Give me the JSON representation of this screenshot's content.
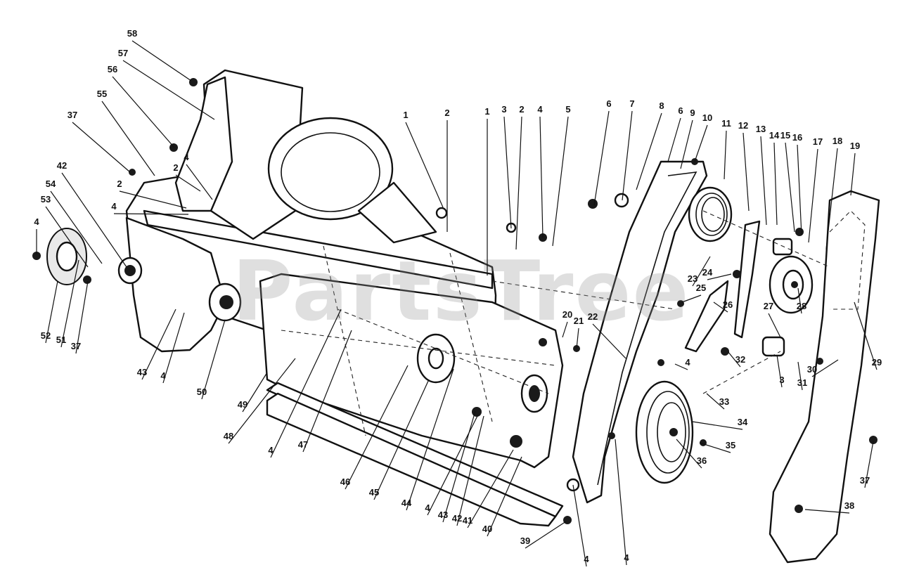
{
  "watermark": "PartsTree",
  "colors": {
    "ink": "#111111",
    "background": "#ffffff",
    "watermark": "#969696"
  },
  "callouts": [
    "58",
    "57",
    "56",
    "55",
    "37",
    "42",
    "54",
    "53",
    "4",
    "52",
    "51",
    "37",
    "2",
    "2",
    "4",
    "4",
    "43",
    "4",
    "50",
    "49",
    "48",
    "4",
    "47",
    "1",
    "2",
    "1",
    "3",
    "2",
    "4",
    "5",
    "46",
    "45",
    "44",
    "4",
    "43",
    "42",
    "41",
    "40",
    "39",
    "4",
    "6",
    "7",
    "8",
    "6",
    "9",
    "10",
    "11",
    "12",
    "13",
    "14",
    "15",
    "16",
    "17",
    "18",
    "19",
    "20",
    "21",
    "22",
    "23",
    "24",
    "25",
    "26",
    "27",
    "28",
    "29",
    "30",
    "31",
    "3",
    "4",
    "32",
    "33",
    "34",
    "35",
    "36",
    "37",
    "38",
    "4"
  ]
}
